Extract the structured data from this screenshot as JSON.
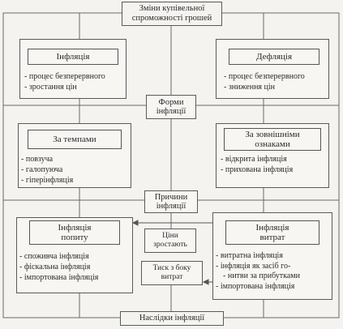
{
  "top_title": [
    "Зміни купівельної",
    "спроможності грошей"
  ],
  "inflation": {
    "heading": "Інфляція",
    "description": [
      "процес безперервного",
      "зростання цін"
    ]
  },
  "deflation": {
    "heading": "Дефляція",
    "description": [
      "процес безперервного",
      "зниження цін"
    ]
  },
  "forms": {
    "title": [
      "Форми",
      "інфляції"
    ]
  },
  "by_rate": {
    "heading": "За темпами",
    "items": [
      "повзуча",
      "галопуюча",
      "гіперінфляція"
    ]
  },
  "by_signs": {
    "heading": [
      "За зовнішніми",
      "ознаками"
    ],
    "items": [
      "відкрита інфляція",
      "прихована інфляція"
    ]
  },
  "causes": {
    "title": [
      "Причини",
      "інфляції"
    ]
  },
  "demand": {
    "heading": [
      "Інфляція",
      "попиту"
    ],
    "items": [
      "споживча інфляція",
      "фіскальна інфляція",
      "імпортована інфляція"
    ]
  },
  "costs": {
    "heading": [
      "Інфляція",
      "витрат"
    ],
    "items": [
      "витратна інфляція",
      "інфляція як засіб го-",
      "нитви за прибутками",
      "імпортована інфляція"
    ]
  },
  "prices_rise": [
    "Ціни",
    "зростають"
  ],
  "cost_pressure": [
    "Тиск з боку",
    "витрат"
  ],
  "consequences": "Наслідки інфляції"
}
